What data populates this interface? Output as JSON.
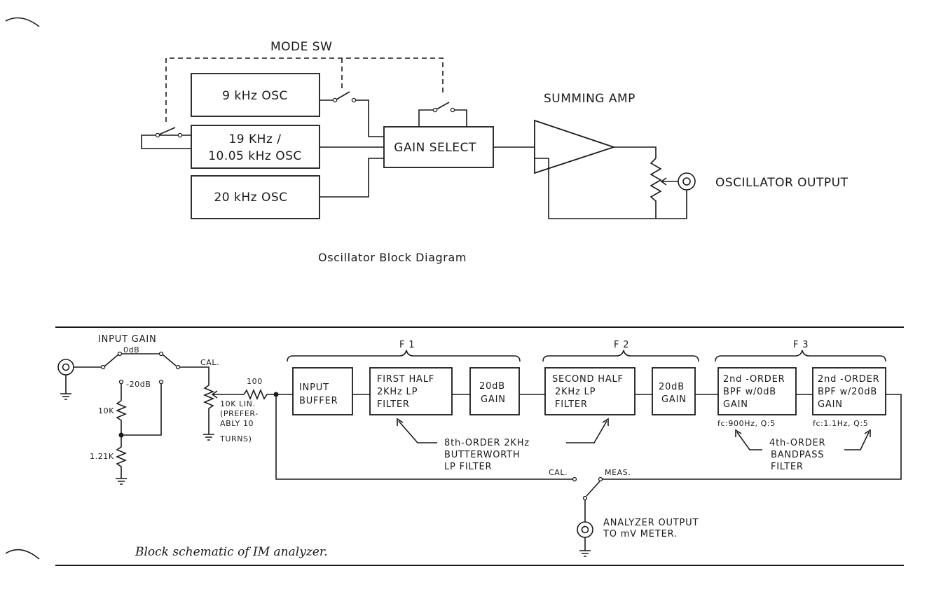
{
  "oscillator": {
    "mode_sw": "MODE SW",
    "osc_9k": "9 kHz OSC",
    "osc_19k_line1": "19 KHz /",
    "osc_19k_line2": "10.05 kHz OSC",
    "osc_20k": "20 kHz OSC",
    "gain_select": "GAIN SELECT",
    "summing_amp": "SUMMING AMP",
    "output": "OSCILLATOR OUTPUT",
    "caption": "Oscillator Block Diagram"
  },
  "analyzer": {
    "input_gain": "INPUT GAIN",
    "odb": "0dB",
    "m20db": "-20dB",
    "cal_top": "CAL.",
    "r100": "100",
    "r10k": "10K",
    "r121k": "1.21K",
    "pot_line1": "10K LIN.",
    "pot_line2": "(PREFER-",
    "pot_line3": "ABLY 10",
    "pot_line4": "TURNS)",
    "f1": "F 1",
    "f2": "F 2",
    "f3": "F 3",
    "input_buffer_1": "INPUT",
    "input_buffer_2": "BUFFER",
    "first_half_1": "FIRST HALF",
    "first_half_2": "2KHz LP",
    "first_half_3": "FILTER",
    "gain20_a_1": "20dB",
    "gain20_a_2": "GAIN",
    "second_half_1": "SECOND HALF",
    "second_half_2": "2KHz LP",
    "second_half_3": "FILTER",
    "gain20_b_1": "20dB",
    "gain20_b_2": "GAIN",
    "bpf0_1": "2nd -ORDER",
    "bpf0_2": "BPF w/0dB",
    "bpf0_3": "GAIN",
    "bpf20_1": "2nd -ORDER",
    "bpf20_2": "BPF w/20dB",
    "bpf20_3": "GAIN",
    "fc1": "fc:900Hz, Q:5",
    "fc2": "fc:1.1Hz, Q:5",
    "butter_1": "8th-ORDER 2KHz",
    "butter_2": "BUTTERWORTH",
    "butter_3": "LP FILTER",
    "bandpass_1": "4th-ORDER",
    "bandpass_2": "BANDPASS",
    "bandpass_3": "FILTER",
    "cal_bottom": "CAL.",
    "meas": "MEAS.",
    "out_1": "ANALYZER OUTPUT",
    "out_2": "TO mV METER.",
    "caption": "Block schematic of IM analyzer."
  }
}
